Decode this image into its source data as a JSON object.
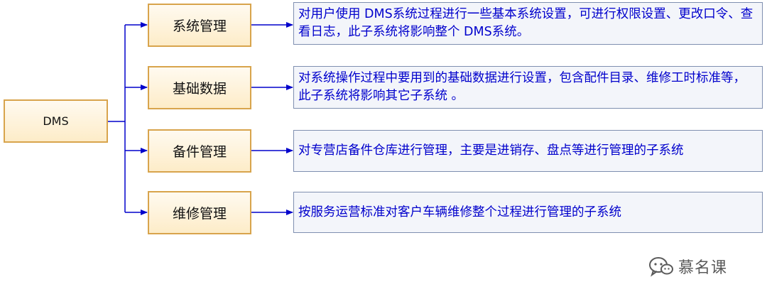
{
  "diagram": {
    "root": {
      "label": "DMS"
    },
    "subsystems": [
      {
        "label": "系统管理",
        "description": "对用户使用 DMS系统过程进行一些基本系统设置，可进行权限设置、更改口令、查看日志，此子系统将影响整个 DMS系统。"
      },
      {
        "label": "基础数据",
        "description": "对系统操作过程中要用到的基础数据进行设置，包含配件目录、维修工时标准等，此子系统将影响其它子系统 。"
      },
      {
        "label": "备件管理",
        "description": "对专营店备件仓库进行管理，主要是进销存、盘点等进行管理的子系统"
      },
      {
        "label": "维修管理",
        "description": "按服务运营标准对客户车辆维修整个过程进行管理的子系统"
      }
    ],
    "colors": {
      "node_border": "#d8a44c",
      "node_fill": "#fdecc8",
      "connector": "#0000cc",
      "description_text": "#0000cc",
      "description_border": "#7f8fb0"
    }
  },
  "watermark": {
    "icon": "wechat-icon",
    "text": "慕名课"
  }
}
